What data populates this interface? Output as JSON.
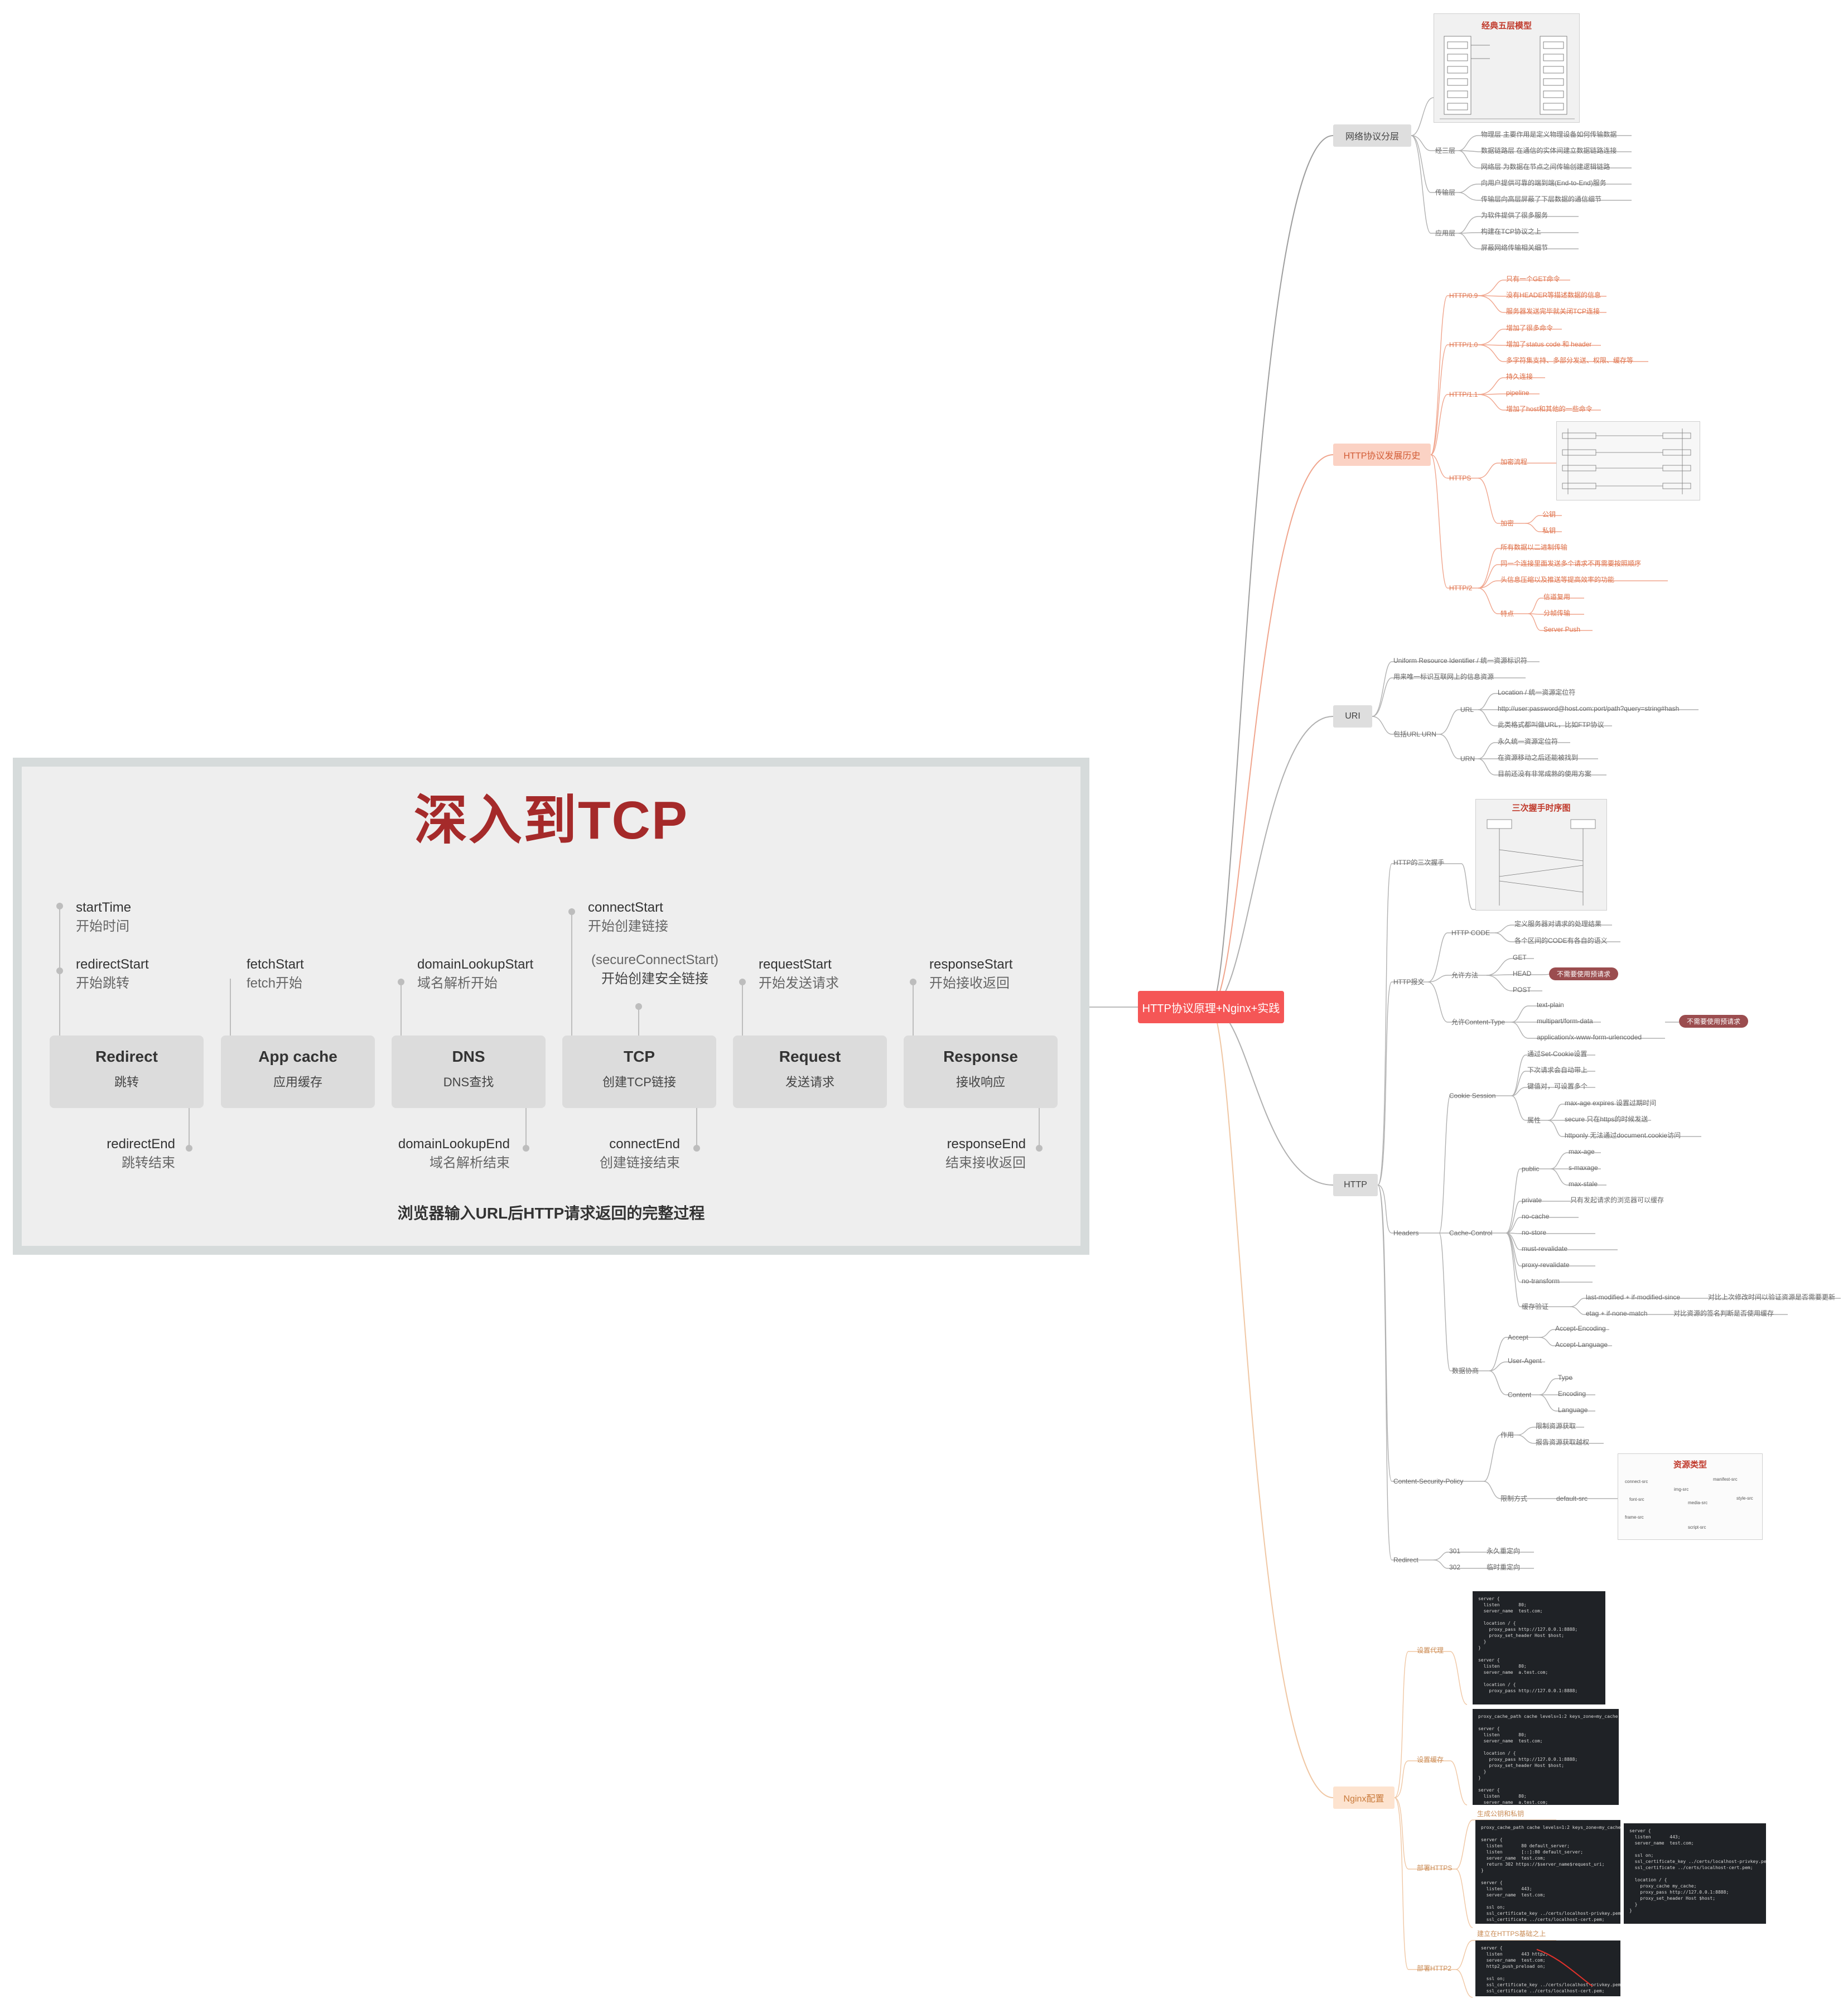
{
  "root": "HTTP协议原理+Nginx+实践",
  "branches": {
    "net": "网络协议分层",
    "history": "HTTP协议发展历史",
    "uri": "URI",
    "http": "HTTP",
    "nginx": "Nginx配置"
  },
  "net": {
    "thumb_title": "经典五层模型",
    "layer3": "经三层",
    "layer3_items": [
      "物理层 主要作用是定义物理设备如何传输数据",
      "数据链路层 在通信的实体间建立数据链路连接",
      "网络层 为数据在节点之间传输创建逻辑链路"
    ],
    "transport": "传输层",
    "transport_items": [
      "向用户提供可靠的端到端(End-to-End)服务",
      "传输层向高层屏蔽了下层数据的通信细节"
    ],
    "app": "应用层",
    "app_items": [
      "为软件提供了很多服务",
      "构建在TCP协议之上",
      "屏蔽网络传输相关细节"
    ]
  },
  "history": {
    "h09": "HTTP/0.9",
    "h09_items": [
      "只有一个GET命令",
      "没有HEADER等描述数据的信息",
      "服务器发送完毕就关闭TCP连接"
    ],
    "h10": "HTTP/1.0",
    "h10_items": [
      "增加了很多命令",
      "增加了status code 和 header",
      "多字符集支持、多部分发送、权限、缓存等"
    ],
    "h11": "HTTP/1.1",
    "h11_items": [
      "持久连接",
      "pipeline",
      "增加了host和其他的一些命令"
    ],
    "https": "HTTPS",
    "https_flow": "加密流程",
    "https_enc": "加密",
    "https_keys": [
      "公钥",
      "私钥"
    ],
    "h2": "HTTP/2",
    "h2_items": [
      "所有数据以二进制传输",
      "同一个连接里面发送多个请求不再需要按照顺序",
      "头信息压缩以及推送等提高效率的功能"
    ],
    "h2_feature": "特点",
    "h2_feature_items": [
      "信道复用",
      "分帧传输",
      "Server Push"
    ]
  },
  "uri": {
    "items": [
      "Uniform Resource Identifier / 统一资源标识符",
      "用来唯一标识互联网上的信息资源"
    ],
    "incl": "包括URL URN",
    "url": "URL",
    "url_items": [
      "Location / 统一资源定位符",
      "http://user:password@host.com:port/path?query=string#hash",
      "此类格式都叫做URL，比如FTP协议"
    ],
    "urn": "URN",
    "urn_items": [
      "永久统一资源定位符",
      "在资源移动之后还能被找到",
      "目前还没有非常成熟的使用方案"
    ]
  },
  "http": {
    "handshake": "HTTP的三次握手",
    "handshake_thumb": "三次握手时序图",
    "message": "HTTP报文",
    "code": "HTTP CODE",
    "code_items": [
      "定义服务器对请求的处理结果",
      "各个区间的CODE有各自的语义"
    ],
    "methods": "允许方法",
    "method_items": [
      "GET",
      "HEAD",
      "POST"
    ],
    "method_pill": "不需要使用预请求",
    "ctype": "允许Content-Type",
    "ctype_items": [
      "text-plain",
      "multipart/form-data",
      "application/x-www-form-urlencoded"
    ],
    "ctype_pill": "不需要使用预请求",
    "headers": "Headers",
    "cookie": "Cookie Session",
    "cookie_items": [
      "通过Set-Cookie设置",
      "下次请求会自动带上",
      "键值对，可设置多个"
    ],
    "attr": "属性",
    "attr_items": [
      "max-age expires 设置过期时间",
      "secure 只在https的时候发送",
      "httponly 无法通过document.cookie访问"
    ],
    "cache": "Cache-Control",
    "public": "public",
    "public_items": [
      "max-age",
      "s-maxage",
      "max-stale"
    ],
    "private": "private",
    "private_desc": "只有发起请求的浏览器可以缓存",
    "cache_items": [
      "no-cache",
      "no-store",
      "must-revalidate",
      "proxy-revalidate",
      "no-transform"
    ],
    "verify": "缓存验证",
    "verify_items": [
      "last-modified + if-modified-since",
      "etag + if-none-match"
    ],
    "verify_desc": [
      "对比上次修改时间以验证资源是否需要更新",
      "对比资源的签名判断是否使用缓存"
    ],
    "negotiation": "数据协商",
    "accept": "Accept",
    "accept_items": [
      "Accept-Encoding",
      "Accept-Language"
    ],
    "ua": "User-Agent",
    "content": "Content",
    "content_items": [
      "Type",
      "Encoding",
      "Language"
    ],
    "csp": "Content-Security-Policy",
    "csp_role": "作用",
    "csp_role_items": [
      "限制资源获取",
      "报告资源获取越权"
    ],
    "csp_limit": "限制方式",
    "csp_default": "default-src",
    "csp_thumb": "资源类型",
    "csp_types": [
      "connect-src",
      "manifest-src",
      "img-src",
      "font-src",
      "media-src",
      "style-src",
      "frame-src",
      "script-src"
    ],
    "redirect": "Redirect",
    "redirect_items": [
      "301",
      "302"
    ],
    "redirect_desc": [
      "永久重定向",
      "临时重定向"
    ]
  },
  "nginx": {
    "proxy": "设置代理",
    "cache": "设置缓存",
    "https": "部署HTTPS",
    "https_note": "生成公钥和私钥",
    "http2": "部署HTTP2",
    "http2_note": "建立在HTTPS基础之上",
    "code1": "server {\n  listen       80;\n  server_name  test.com;\n\n  location / {\n    proxy_pass http://127.0.0.1:8888;\n    proxy_set_header Host $host;\n  }\n}\n\nserver {\n  listen       80;\n  server_name  a.test.com;\n\n  location / {\n    proxy_pass http://127.0.0.1:8888;",
    "code2": "proxy_cache_path cache levels=1:2 keys_zone=my_cache:10m;\n\nserver {\n  listen       80;\n  server_name  test.com;\n\n  location / {\n    proxy_pass http://127.0.0.1:8888;\n    proxy_set_header Host $host;\n  }\n}\n\nserver {\n  listen       80;\n  server_name  a.test.com;",
    "code3": "proxy_cache_path cache levels=1:2 keys_zone=my_cache:10m;\n\nserver {\n  listen       80 default_server;\n  listen       [::]:80 default_server;\n  server_name  test.com;\n  return 302 https://$server_name$request_uri;\n}\n\nserver {\n  listen       443;\n  server_name  test.com;\n\n  ssl on;\n  ssl_certificate_key ../certs/localhost-privkey.pem;\n  ssl_certificate ../certs/localhost-cert.pem;",
    "code4": "server {\n  listen       443;\n  server_name  test.com;\n\n  ssl on;\n  ssl_certificate_key ../certs/localhost-privkey.pem;\n  ssl_certificate ../certs/localhost-cert.pem;\n\n  location / {\n    proxy_cache my_cache;\n    proxy_pass http://127.0.0.1:8888;\n    proxy_set_header Host $host;\n  }\n}",
    "code5": "server {\n  listen       443 http2;\n  server_name  test.com;\n  http2_push_preload on;\n\n  ssl on;\n  ssl_certificate_key ../certs/localhost-privkey.pem;\n  ssl_certificate ../certs/localhost-cert.pem;"
  },
  "tcp": {
    "title": "深入到TCP",
    "caption": "浏览器输入URL后HTTP请求返回的完整过程",
    "stages": [
      {
        "name": "Redirect",
        "zh": "跳转"
      },
      {
        "name": "App cache",
        "zh": "应用缓存"
      },
      {
        "name": "DNS",
        "zh": "DNS查找"
      },
      {
        "name": "TCP",
        "zh": "创建TCP链接"
      },
      {
        "name": "Request",
        "zh": "发送请求"
      },
      {
        "name": "Response",
        "zh": "接收响应"
      }
    ],
    "startTime": [
      "startTime",
      "开始时间"
    ],
    "redirectStart": [
      "redirectStart",
      "开始跳转"
    ],
    "fetchStart": [
      "fetchStart",
      "fetch开始"
    ],
    "domainLookupStart": [
      "domainLookupStart",
      "域名解析开始"
    ],
    "connectStart": [
      "connectStart",
      "开始创建链接"
    ],
    "secureConnectStart": [
      "(secureConnectStart)",
      "开始创建安全链接"
    ],
    "requestStart": [
      "requestStart",
      "开始发送请求"
    ],
    "responseStart": [
      "responseStart",
      "开始接收返回"
    ],
    "redirectEnd": [
      "redirectEnd",
      "跳转结束"
    ],
    "domainLookupEnd": [
      "domainLookupEnd",
      "域名解析结束"
    ],
    "connectEnd": [
      "connectEnd",
      "创建链接结束"
    ],
    "responseEnd": [
      "responseEnd",
      "结束接收返回"
    ]
  }
}
